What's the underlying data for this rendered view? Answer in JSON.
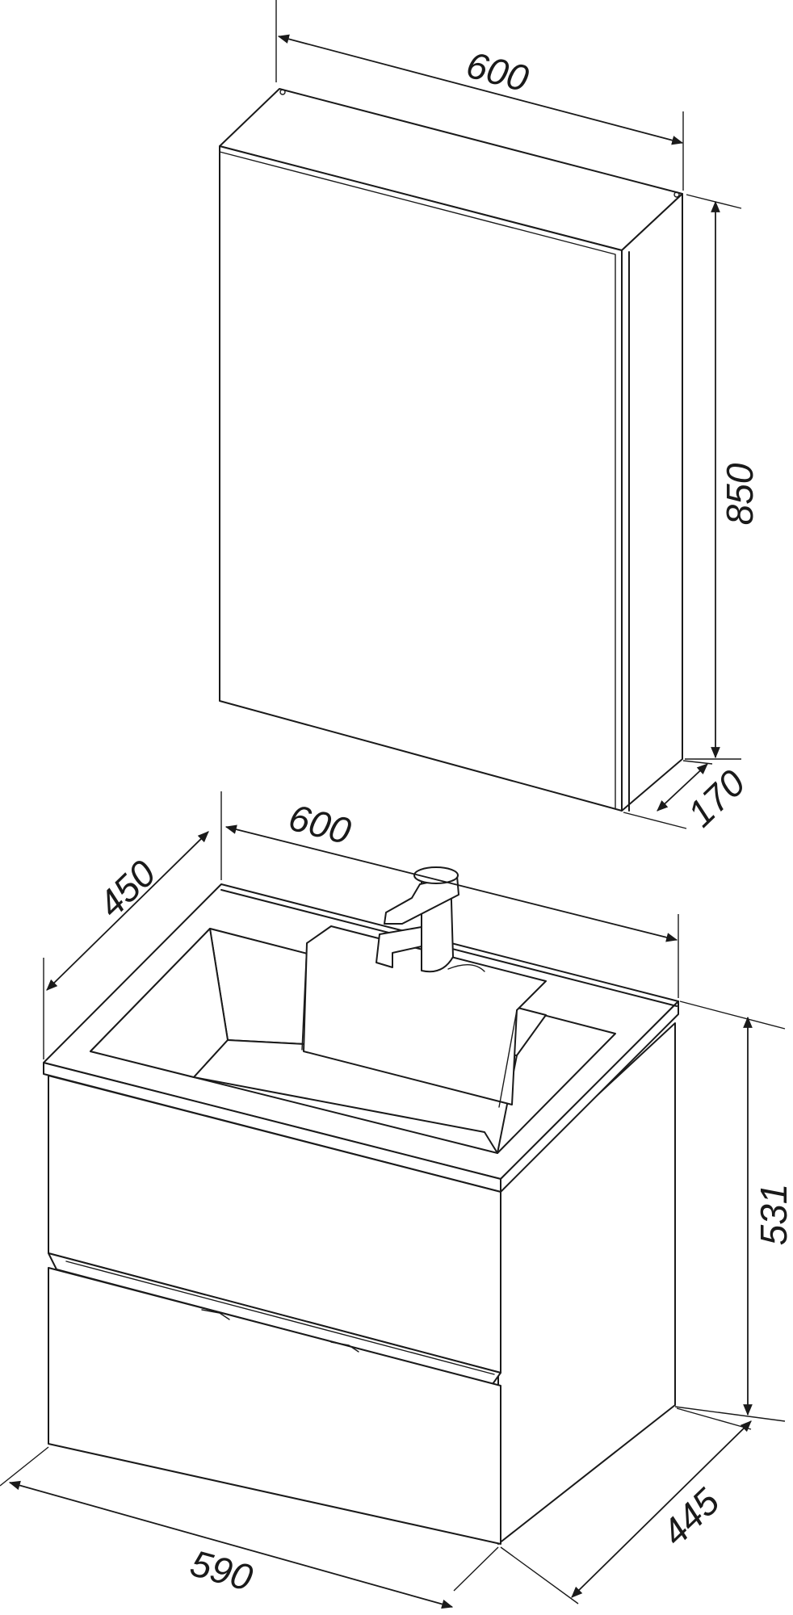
{
  "dimensions": {
    "mirror_width": "600",
    "mirror_height": "850",
    "mirror_depth": "170",
    "basin_width": "600",
    "basin_depth": "450",
    "cabinet_height": "531",
    "cabinet_width": "590",
    "cabinet_depth": "445"
  }
}
